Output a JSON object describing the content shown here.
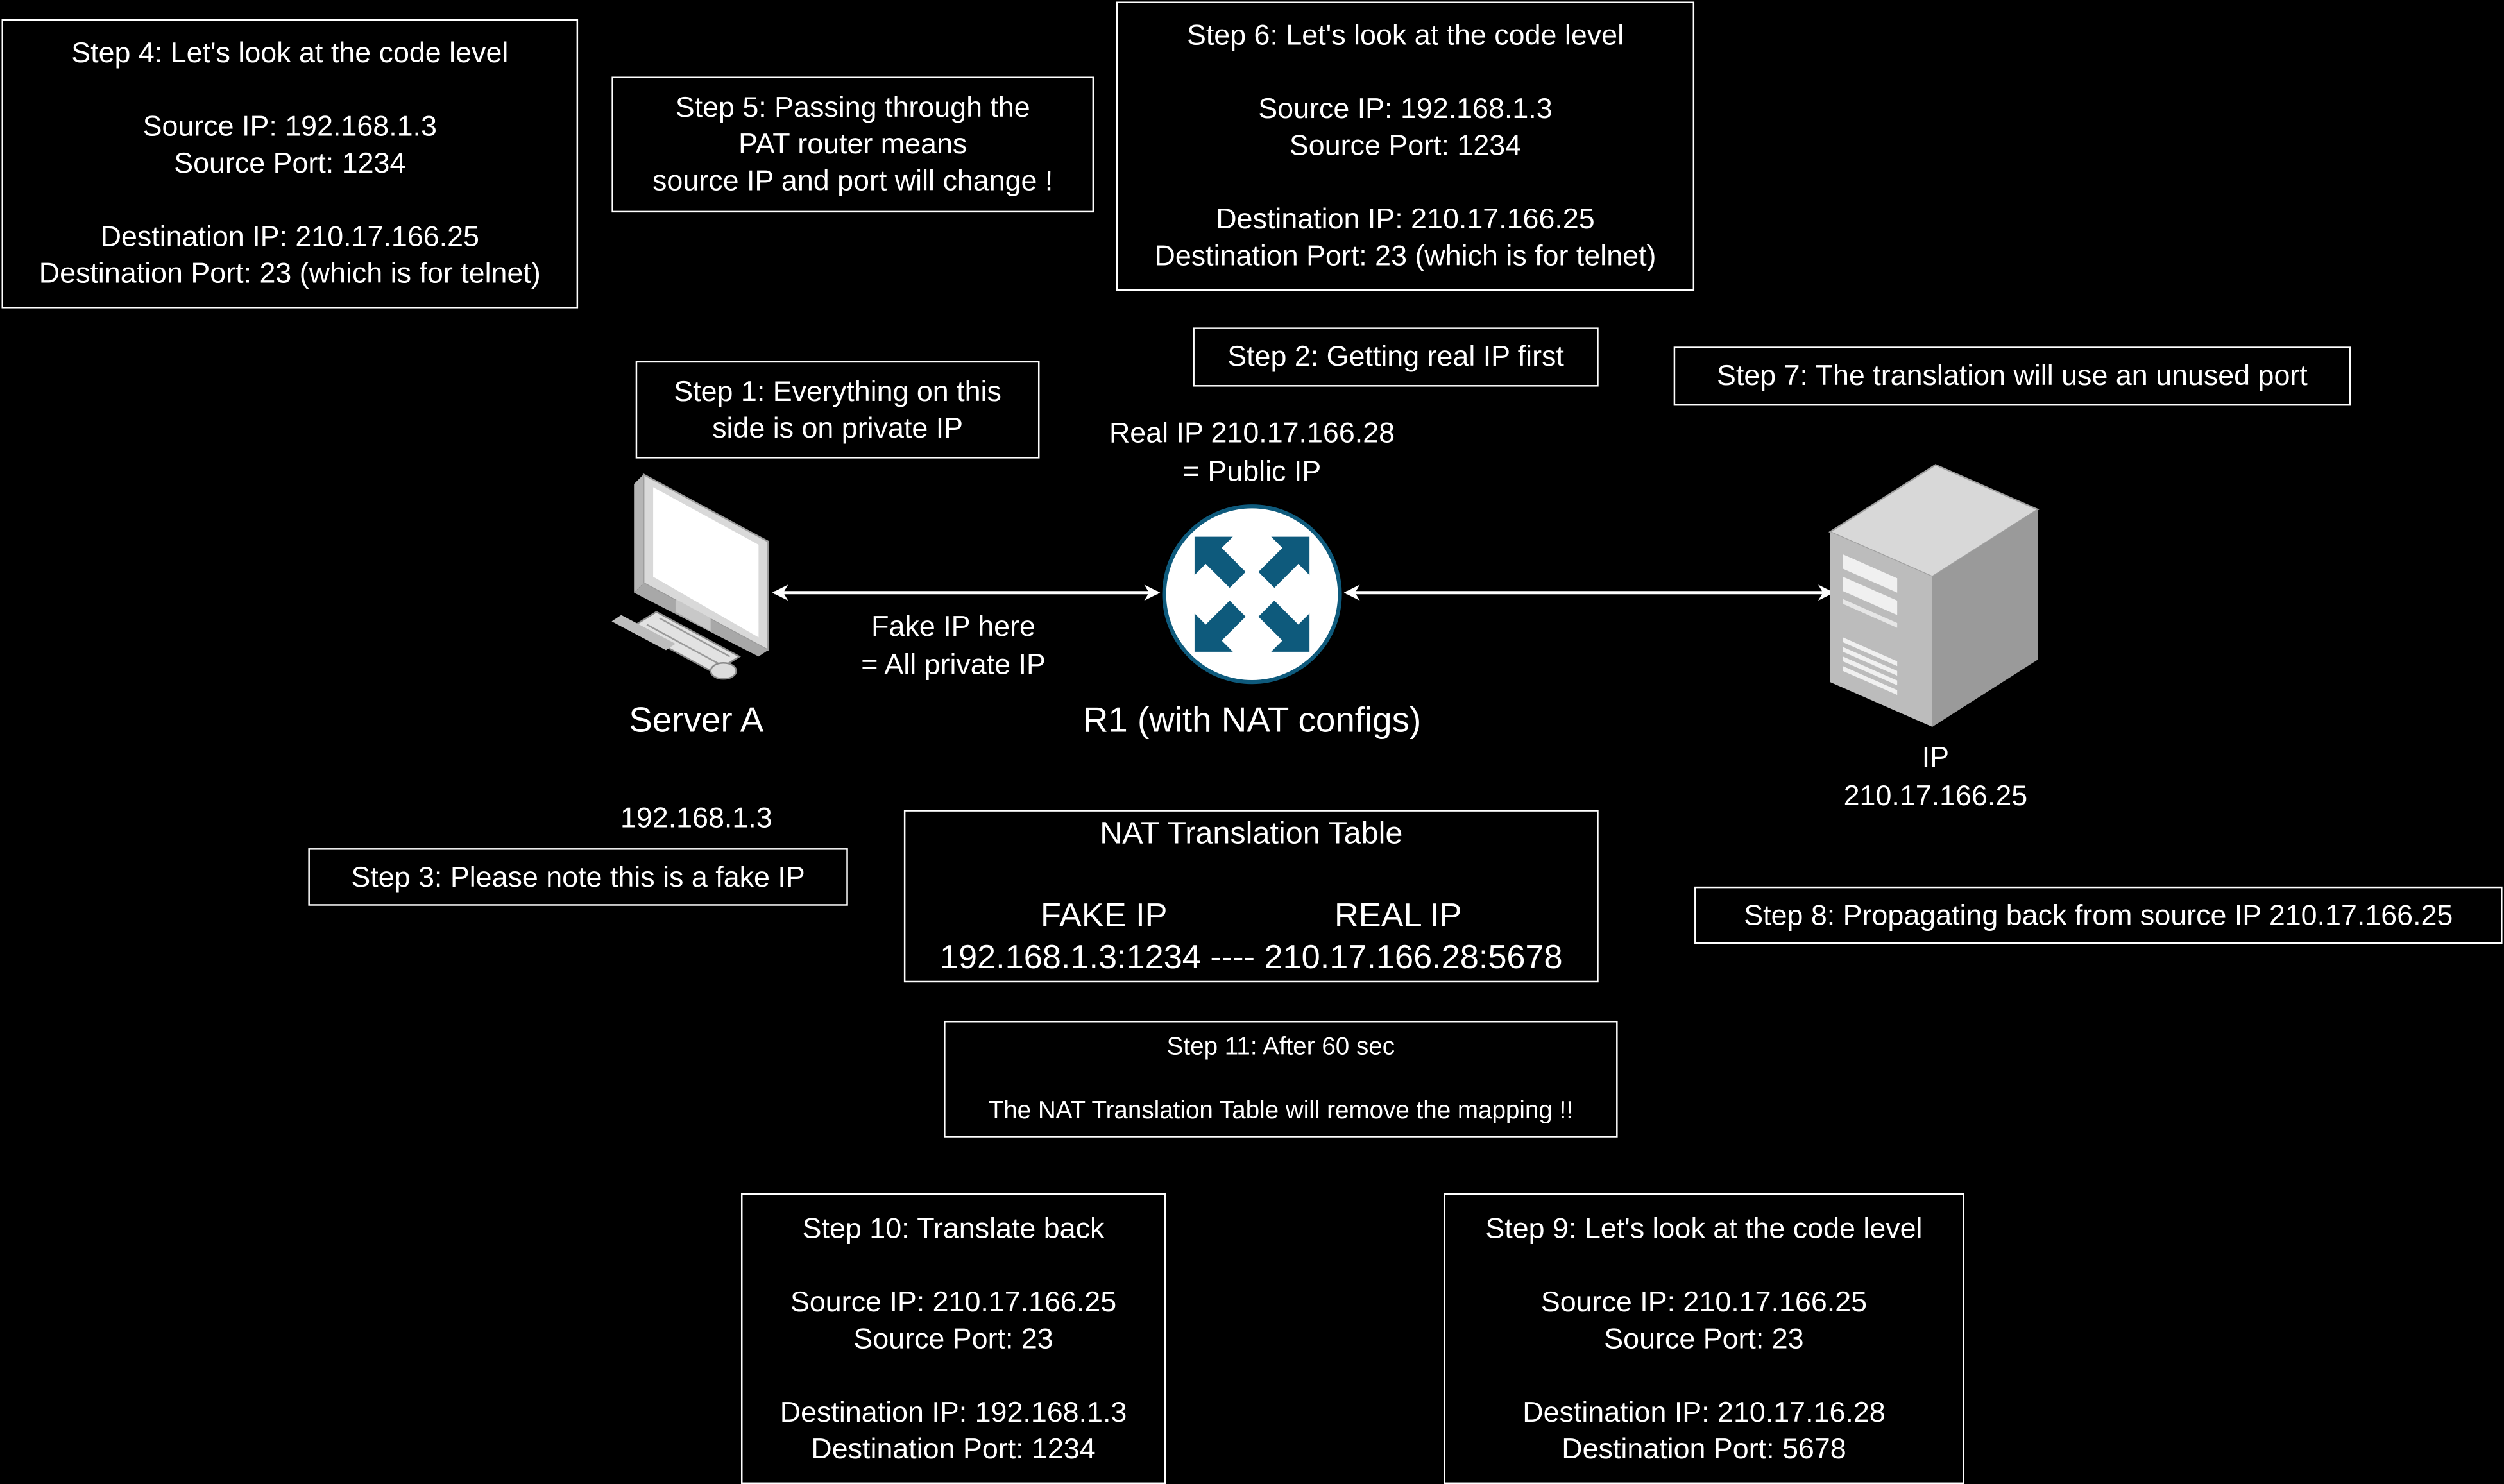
{
  "steps": {
    "step1": [
      "Step 1: Everything on this",
      "side is on private IP"
    ],
    "step2": [
      "Step 2: Getting real IP first"
    ],
    "step3": [
      "Step 3: Please note this is a fake IP"
    ],
    "step4": [
      "Step 4: Let's look at the code level",
      "",
      "Source IP: 192.168.1.3",
      "Source Port: 1234",
      "",
      "Destination IP: 210.17.166.25",
      "Destination Port: 23 (which is for telnet)"
    ],
    "step5": [
      "Step 5: Passing through the",
      "PAT router means",
      "source IP and port will change !"
    ],
    "step6": [
      "Step 6: Let's look at the code level",
      "",
      "Source IP: 192.168.1.3",
      "Source Port: 1234",
      "",
      "Destination IP: 210.17.166.25",
      "Destination Port: 23 (which is for telnet)"
    ],
    "step7": [
      "Step 7: The translation will use an unused port"
    ],
    "step8": [
      "Step 8: Propagating back from source IP 210.17.166.25"
    ],
    "step9": [
      "Step 9: Let's look at the code level",
      "",
      "Source IP: 210.17.166.25",
      "Source Port: 23",
      "",
      "Destination IP: 210.17.16.28",
      "Destination Port: 5678"
    ],
    "step10": [
      "Step 10: Translate back",
      "",
      "Source IP: 210.17.166.25",
      "Source Port: 23",
      "",
      "Destination IP: 192.168.1.3",
      "Destination Port: 1234"
    ],
    "step11": [
      "Step 11: After 60 sec",
      "",
      "The NAT Translation Table will remove the mapping !!"
    ]
  },
  "nat_table": {
    "title": "NAT Translation Table",
    "header": "FAKE IP                  REAL IP",
    "row": "192.168.1.3:1234 ---- 210.17.166.28:5678"
  },
  "nodes": {
    "server_a": {
      "name": "Server A",
      "ip": "192.168.1.3",
      "icon": "workstation-icon"
    },
    "router": {
      "name": "R1 (with NAT configs)",
      "real_ip_line1": "Real IP 210.17.166.28",
      "real_ip_line2": "= Public IP",
      "icon": "router-icon"
    },
    "remote": {
      "label_line1": "IP",
      "label_line2": "210.17.166.25",
      "icon": "server-tower-icon"
    }
  },
  "links": {
    "private_line1": "Fake IP here",
    "private_line2": "= All private IP"
  },
  "colors": {
    "background": "#000000",
    "foreground": "#ffffff",
    "router_fill": "#ffffff",
    "router_arrows": "#0e5a7c"
  }
}
